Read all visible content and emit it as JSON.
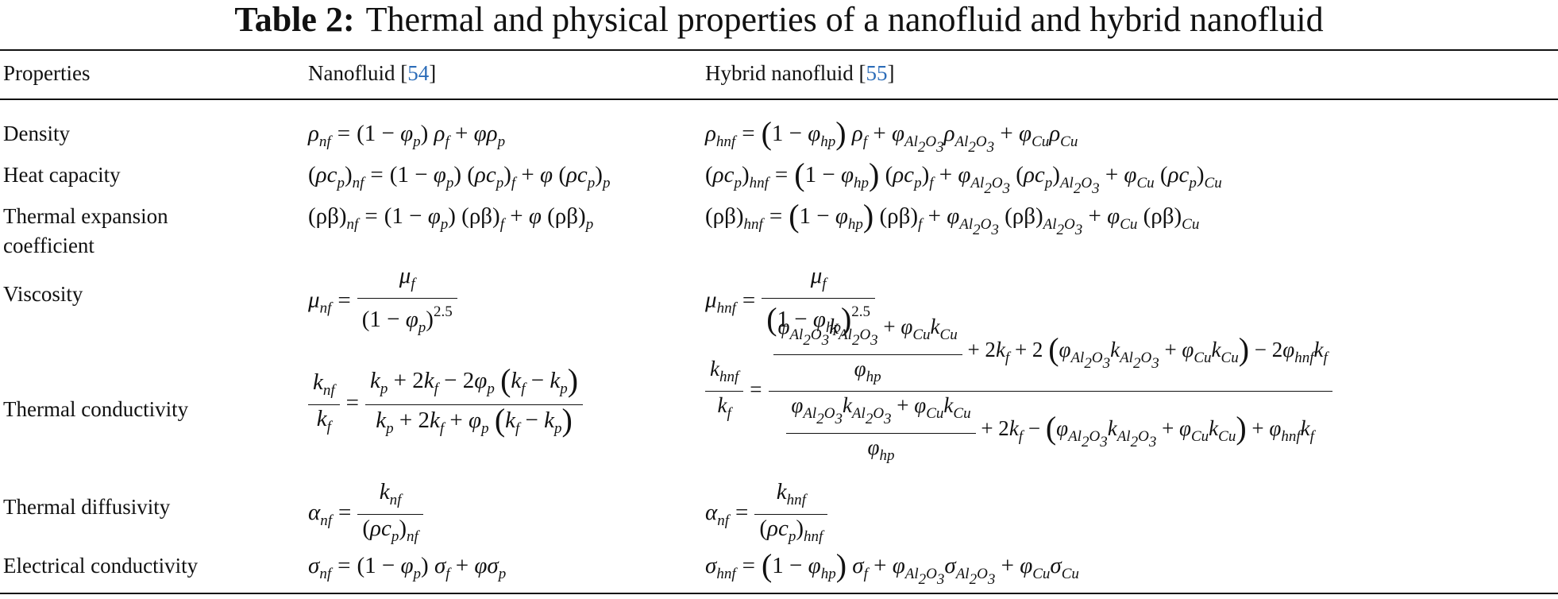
{
  "caption": {
    "label": "Table 2:",
    "text": "Thermal and physical properties of a nanofluid and hybrid nanofluid"
  },
  "header": {
    "properties": "Properties",
    "nanofluid": "Nanofluid [",
    "nanofluid_ref": "54",
    "nanofluid_close": "]",
    "hybrid": "Hybrid nanofluid [",
    "hybrid_ref": "55",
    "hybrid_close": "]"
  },
  "rows": [
    {
      "property": "Density"
    },
    {
      "property": "Heat capacity"
    },
    {
      "property": "Thermal expansion coefficient"
    },
    {
      "property": "Viscosity"
    },
    {
      "property": "Thermal conductivity"
    },
    {
      "property": "Thermal diffusivity"
    },
    {
      "property": "Electrical conductivity"
    }
  ]
}
